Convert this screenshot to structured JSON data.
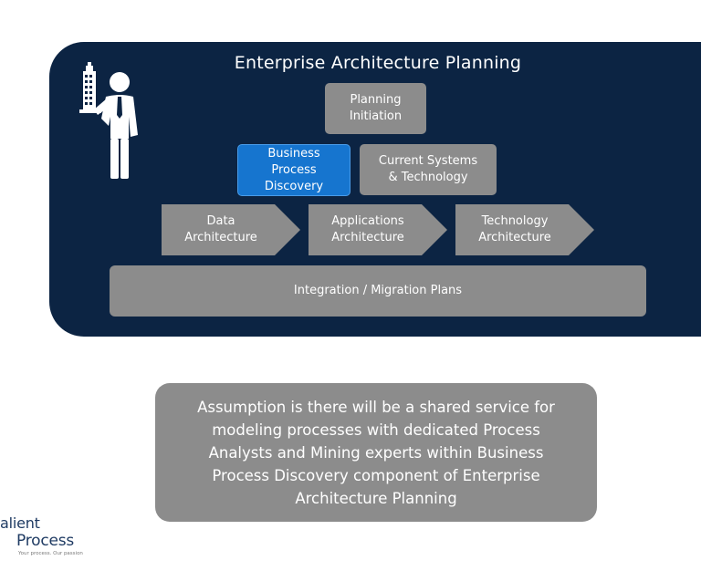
{
  "diagram": {
    "title": "Enterprise Architecture Planning",
    "planning_initiation": [
      "Planning",
      "Initiation"
    ],
    "business_process_discovery": [
      "Business",
      "Process",
      "Discovery"
    ],
    "current_systems": [
      "Current Systems",
      "& Technology"
    ],
    "data_architecture": [
      "Data",
      "Architecture"
    ],
    "applications_architecture": [
      "Applications",
      "Architecture"
    ],
    "technology_architecture": [
      "Technology",
      "Architecture"
    ],
    "integration": "Integration / Migration Plans"
  },
  "assumption": {
    "lines": [
      "Assumption is there will be a shared service for",
      "modeling processes with dedicated Process",
      "Analysts and Mining experts within Business",
      "Process Discovery component of Enterprise",
      "Architecture Planning"
    ]
  },
  "logo": {
    "line1": "alient",
    "line2": "Process",
    "tagline": "Your process. Our passion"
  },
  "colors": {
    "panel": "#0c2443",
    "box_gray": "#8c8c8c",
    "highlight_blue": "#1675cf"
  }
}
